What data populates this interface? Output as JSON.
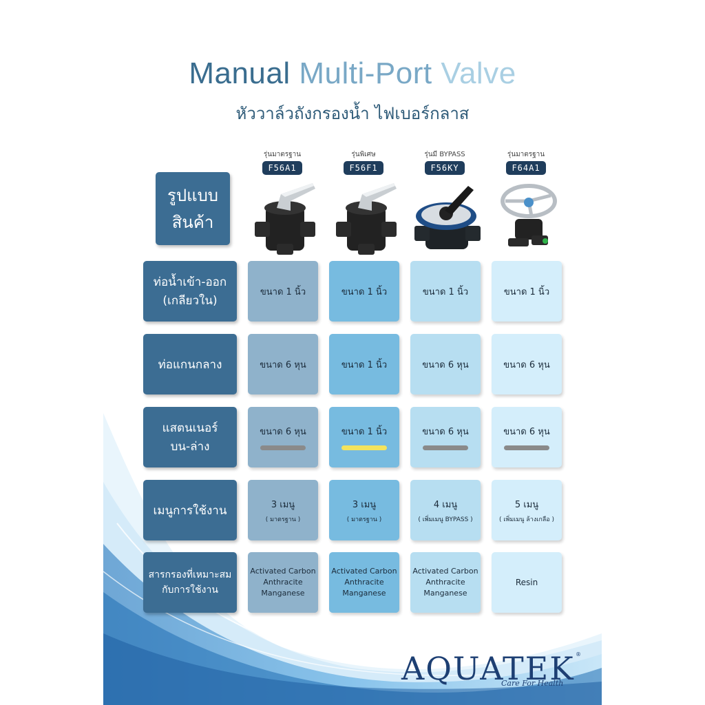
{
  "header": {
    "title_1": "Manual ",
    "title_2": "Multi-Port ",
    "title_3": "Valve",
    "subtitle": "หัววาล์วถังกรองน้ำ ไฟเบอร์กลาส"
  },
  "models": [
    {
      "label": "รุ่นมาตรฐาน",
      "code": "F56A1"
    },
    {
      "label": "รุ่นพิเศษ",
      "code": "F56F1"
    },
    {
      "label": "รุ่นมี BYPASS",
      "code": "F56KY"
    },
    {
      "label": "รุ่นมาตรฐาน",
      "code": "F64A1"
    }
  ],
  "product_head": {
    "line1": "รูปแบบ",
    "line2": "สินค้า"
  },
  "rows": [
    {
      "head": [
        "ท่อน้ำเข้า-ออก",
        "(เกลียวใน)"
      ],
      "cells": [
        "ขนาด 1 นิ้ว",
        "ขนาด 1 นิ้ว",
        "ขนาด 1 นิ้ว",
        "ขนาด 1 นิ้ว"
      ]
    },
    {
      "head": [
        "ท่อแกนกลาง"
      ],
      "cells": [
        "ขนาด 6 หุน",
        "ขนาด 1 นิ้ว",
        "ขนาด 6 หุน",
        "ขนาด 6 หุน"
      ]
    },
    {
      "head": [
        "แสตนเนอร์",
        "บน-ล่าง"
      ],
      "cells": [
        "ขนาด 6 หุน",
        "ขนาด 1 นิ้ว",
        "ขนาด 6 หุน",
        "ขนาด 6 หุน"
      ],
      "bar_colors": [
        "#8a8a8a",
        "#f3e35d",
        "#8a8a8a",
        "#8a8a8a"
      ]
    },
    {
      "head": [
        "เมนูการใช้งาน"
      ],
      "cells": [
        "3 เมนู",
        "3 เมนู",
        "4 เมนู",
        "5 เมนู"
      ],
      "notes": [
        "( มาตรฐาน )",
        "( มาตรฐาน )",
        "( เพิ่มเมนู BYPASS )",
        "( เพิ่มเมนู ล้างเกลือ )"
      ]
    },
    {
      "head": [
        "สารกรองที่เหมาะสม",
        "กับการใช้งาน"
      ],
      "cells_multi": [
        [
          "Activated Carbon",
          "Anthracite",
          "Manganese"
        ],
        [
          "Activated Carbon",
          "Anthracite",
          "Manganese"
        ],
        [
          "Activated Carbon",
          "Anthracite",
          "Manganese"
        ],
        [
          "Resin"
        ]
      ]
    }
  ],
  "brand": {
    "name": "AQUATEK",
    "registered": "®",
    "tagline": "Care For Health"
  },
  "colors": {
    "header": "#3c6d93",
    "col1": "#8fb2cb",
    "col2": "#77bbe0",
    "col3": "#b7def1",
    "col4": "#d4eefb",
    "brand": "#1d3f73"
  }
}
